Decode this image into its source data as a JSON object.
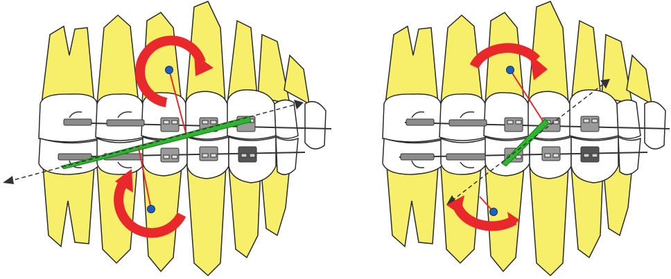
{
  "colors": {
    "tooth_fill": "#f7ee6a",
    "crown_fill": "#ffffff",
    "outline": "#2a2a2a",
    "moment_arrow": "#e8282a",
    "force_line": "#e8282a",
    "resistance_center": "#1f5fc4",
    "elastic": "#2fb52f",
    "bracket": "#8c8c8c",
    "wire": "#333333",
    "dashed_axis": "#333333"
  },
  "panels": [
    {
      "id": "left",
      "elastic_type": "long-class-ii",
      "moment_count": 2
    },
    {
      "id": "right",
      "elastic_type": "short-vertical",
      "moment_count": 2
    }
  ],
  "icons": [
    "resistance-center-dot",
    "moment-arrow-icon",
    "dashed-force-axis-icon",
    "bracket-icon"
  ]
}
